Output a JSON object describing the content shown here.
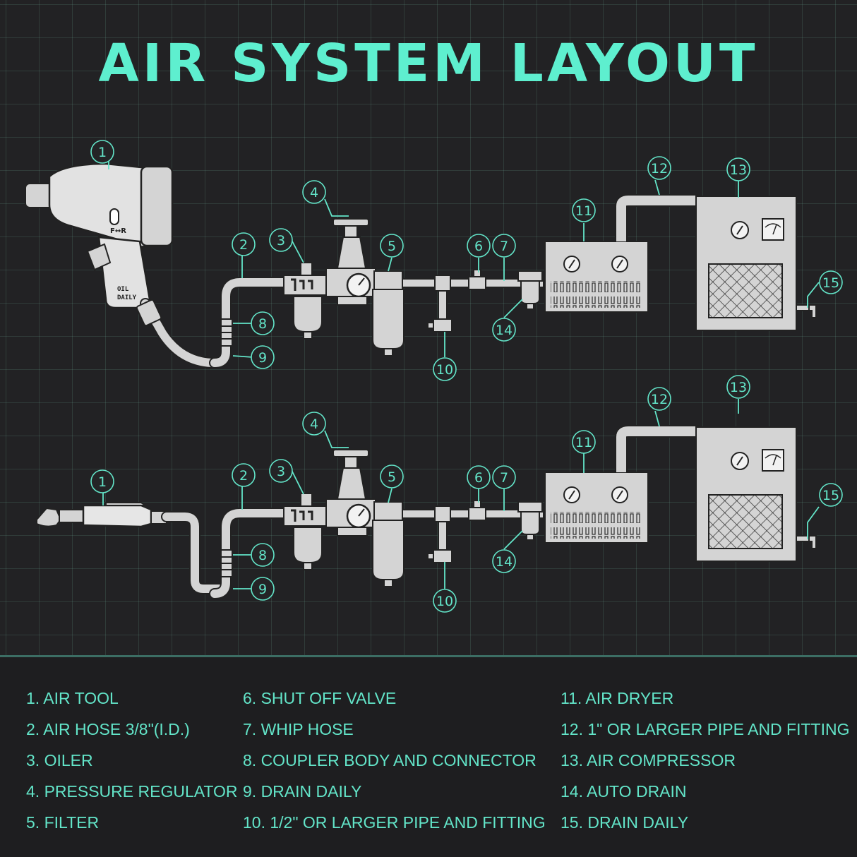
{
  "title": "AIR SYSTEM LAYOUT",
  "tool_markings": {
    "direction": "F↔R",
    "oil_label_line1": "OIL",
    "oil_label_line2": "DAILY"
  },
  "callouts": [
    "1",
    "2",
    "3",
    "4",
    "5",
    "6",
    "7",
    "8",
    "9",
    "10",
    "11",
    "12",
    "13",
    "14",
    "15"
  ],
  "legend": [
    [
      "1. AIR TOOL",
      "2. AIR HOSE 3/8\"(I.D.)",
      "3. OILER",
      "4. PRESSURE REGULATOR",
      "5. FILTER"
    ],
    [
      "6. SHUT OFF VALVE",
      "7. WHIP HOSE",
      "8. COUPLER BODY AND CONNECTOR",
      "9. DRAIN DAILY",
      "10. 1/2\" OR LARGER PIPE AND FITTING"
    ],
    [
      "11. AIR DRYER",
      "12. 1\" OR LARGER PIPE AND FITTING",
      "13. AIR COMPRESSOR",
      "14. AUTO DRAIN",
      "15. DRAIN DAILY"
    ]
  ],
  "colors": {
    "accent": "#5eefcf",
    "background": "#222224",
    "grid": "#3f5f59",
    "component_fill": "#d4d4d4",
    "outline": "#222222"
  }
}
